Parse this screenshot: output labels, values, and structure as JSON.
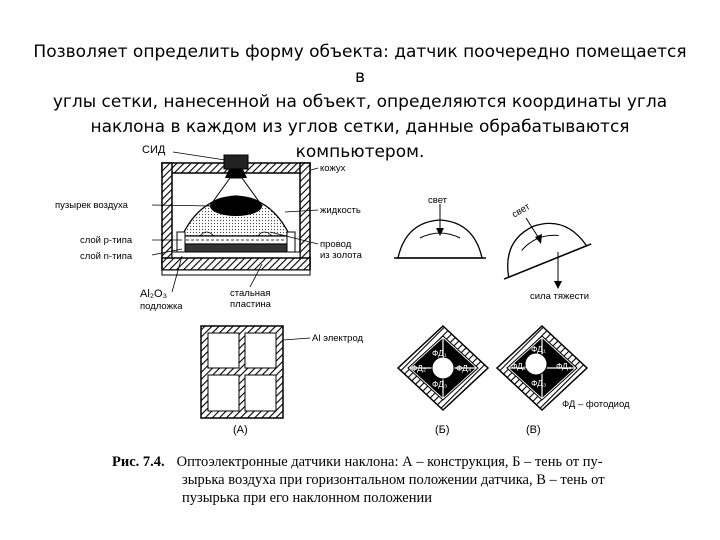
{
  "slide_text": {
    "line1": "Позволяет определить форму объекта: датчик поочередно помещается в",
    "line2": "углы сетки, нанесенной на объект, определяются координаты угла",
    "line3": "наклона в каждом из углов сетки, данные обрабатываются компьютером."
  },
  "figure": {
    "labels": {
      "led": "СИД",
      "housing": "кожух",
      "air_bubble": "пузырек воздуха",
      "liquid": "жидкость",
      "p_layer": "слой р-типа",
      "n_layer": "слой n-типа",
      "gold_wire_1": "провод",
      "gold_wire_2": "из золота",
      "al2o3": "Al₂O₃",
      "substrate": "подложка",
      "steel_1": "стальная",
      "steel_2": "пластина",
      "electrode": "Al электрод",
      "light_1": "свет",
      "light_2": "свет",
      "gravity": "сила тяжести",
      "fd_legend": "ФД – фотодиод",
      "fd1": "ФД₁",
      "fd2": "ФД₂",
      "fd3": "ФД₃",
      "fd4": "ФД₄",
      "panel_a": "(А)",
      "panel_b": "(Б)",
      "panel_c": "(В)"
    }
  },
  "caption": {
    "title": "Рис. 7.4.",
    "line1": "Оптоэлектронные датчики наклона: А – конструкция, Б – тень от пу-",
    "line2": "зырька воздуха при горизонтальном положении датчика, В – тень от",
    "line3": "пузырька при его наклонном положении"
  }
}
